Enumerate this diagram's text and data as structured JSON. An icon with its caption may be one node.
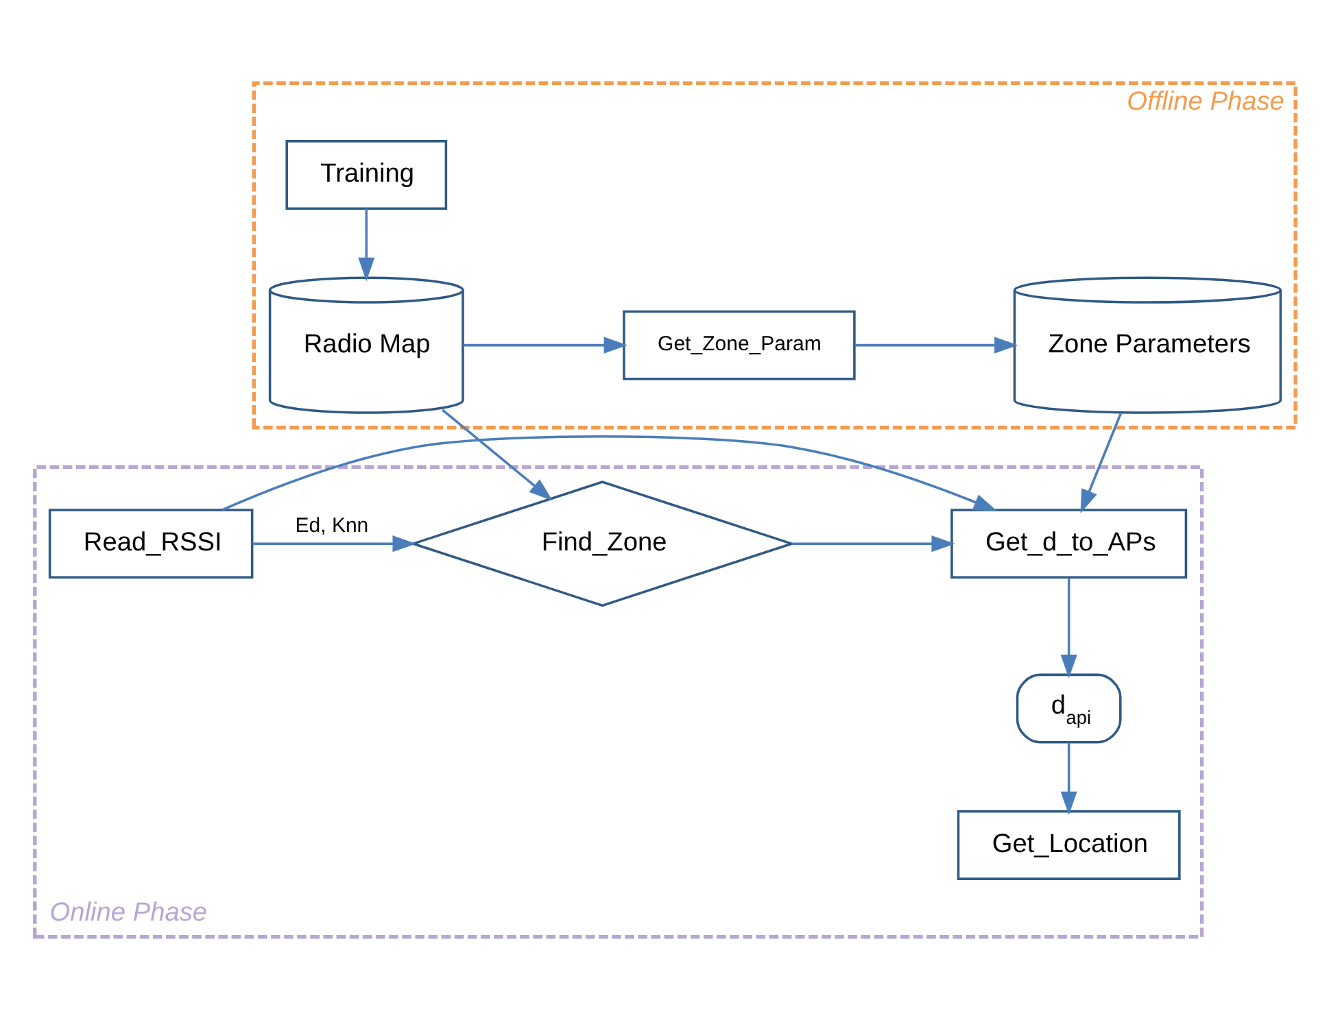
{
  "diagram": {
    "nodes": [
      {
        "text": [
          "Offline Phase"
        ]
      },
      {
        "text": [
          "Training"
        ],
        "in": 0
      },
      {
        "text": [
          "Radio Map"
        ],
        "in": 0
      },
      {
        "text": [
          "Get_Zone_Param"
        ],
        "in": 0
      },
      {
        "text": [
          "Zone Parameters"
        ],
        "in": 0
      },
      {
        "text": [
          "Online Phase"
        ]
      },
      {
        "text": [
          "Read_RSSI"
        ],
        "in": 5
      },
      {
        "text": [
          "Find_Zone"
        ],
        "in": 5
      },
      {
        "text": [
          "Get_d_to_APs"
        ],
        "in": 5
      },
      {
        "text": [
          "d$_{api}$"
        ],
        "in": 5
      },
      {
        "text": [
          "Get_Location"
        ],
        "in": 5
      }
    ],
    "edges": [
      {
        "from": 1,
        "to": 2,
        "arrow": "to"
      },
      {
        "from": 2,
        "to": 3,
        "arrow": "to"
      },
      {
        "from": 3,
        "to": 4,
        "arrow": "to"
      },
      {
        "from": 2,
        "to": 7,
        "arrow": "to"
      },
      {
        "from": 4,
        "to": 8,
        "arrow": "to"
      },
      {
        "from": 6,
        "to": 7,
        "arrow": "to",
        "label": "Ed, Knn"
      },
      {
        "from": 7,
        "to": 8,
        "arrow": "to"
      },
      {
        "from": 6,
        "to": 8,
        "arrow": "to"
      },
      {
        "from": 8,
        "to": 9,
        "arrow": "to"
      },
      {
        "from": 9,
        "to": 10,
        "arrow": "to"
      }
    ]
  }
}
